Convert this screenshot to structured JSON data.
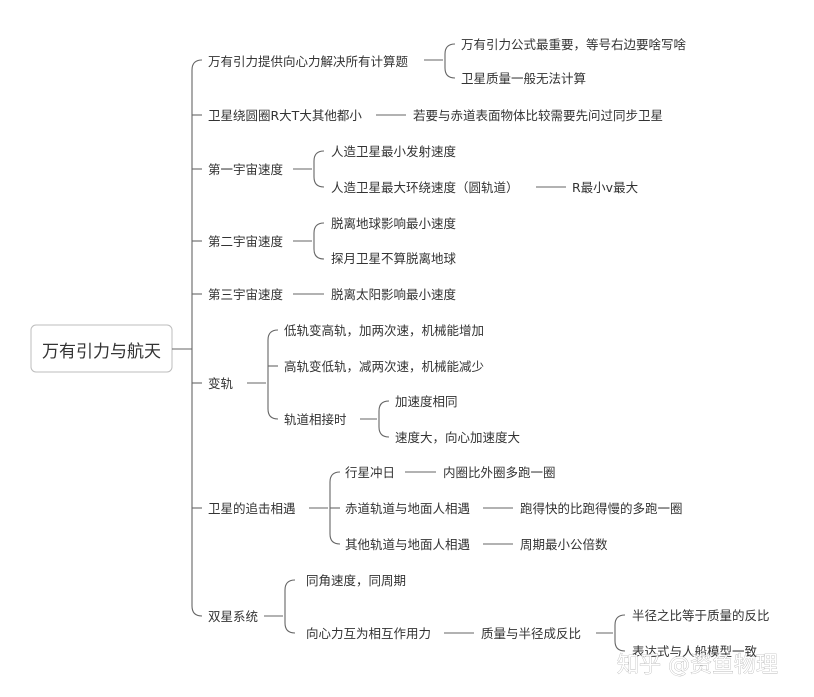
{
  "root": "万有引力与航天",
  "branches": [
    {
      "label": "万有引力提供向心力解决所有计算题",
      "children": [
        "万有引力公式最重要，等号右边要啥写啥",
        "卫星质量一般无法计算"
      ]
    },
    {
      "label": "卫星绕圆圈R大T大其他都小",
      "children": [
        "若要与赤道表面物体比较需要先问过同步卫星"
      ]
    },
    {
      "label": "第一宇宙速度",
      "children": [
        "人造卫星最小发射速度",
        "人造卫星最大环绕速度（圆轨道）"
      ],
      "grand": "R最小v最大"
    },
    {
      "label": "第二宇宙速度",
      "children": [
        "脱离地球影响最小速度",
        "探月卫星不算脱离地球"
      ]
    },
    {
      "label": "第三宇宙速度",
      "children": [
        "脱离太阳影响最小速度"
      ]
    },
    {
      "label": "变轨",
      "children": [
        "低轨变高轨，加两次速，机械能增加",
        "高轨变低轨，减两次速，机械能减少",
        "轨道相接时"
      ],
      "grand_children": [
        "加速度相同",
        "速度大，向心加速度大"
      ]
    },
    {
      "label": "卫星的追击相遇",
      "children": [
        "行星冲日",
        "赤道轨道与地面人相遇",
        "其他轨道与地面人相遇"
      ],
      "grands": [
        "内圈比外圈多跑一圈",
        "跑得快的比跑得慢的多跑一圈",
        "周期最小公倍数"
      ]
    },
    {
      "label": "双星系统",
      "children": [
        "同角速度，同周期",
        "向心力互为相互作用力"
      ],
      "grand": "质量与半径成反比",
      "great_grands": [
        "半径之比等于质量的反比",
        "表达式与人船模型一致"
      ]
    }
  ],
  "watermark": "知乎 @资鱼物理"
}
